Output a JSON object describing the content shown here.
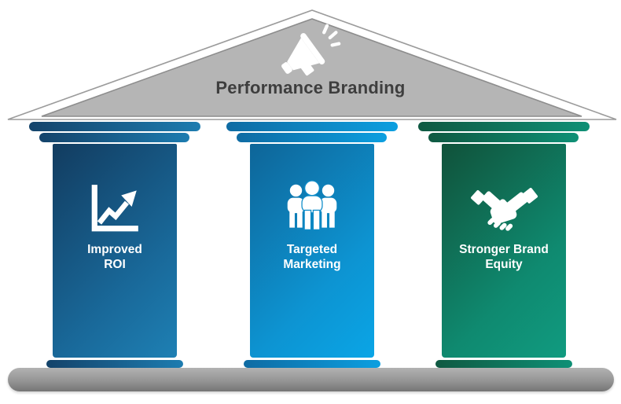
{
  "title": "Performance Branding",
  "roof": {
    "icon": "megaphone",
    "fill": "#b5b5b5",
    "border_color": "#8d8d8d",
    "outline_color": "#9b9b9b"
  },
  "pillars": [
    {
      "id": "improved-roi",
      "label_line1": "Improved",
      "label_line2": "ROI",
      "icon": "line-chart",
      "color_start": "#123c60",
      "color_end": "#1e80b4"
    },
    {
      "id": "targeted-marketing",
      "label_line1": "Targeted",
      "label_line2": "Marketing",
      "icon": "people-group",
      "color_start": "#0e6598",
      "color_end": "#0aa5e6"
    },
    {
      "id": "stronger-brand-equity",
      "label_line1": "Stronger Brand",
      "label_line2": "Equity",
      "icon": "handshake",
      "color_start": "#10523a",
      "color_end": "#109b80"
    }
  ],
  "foundation": {
    "color_top": "#b2b2b2",
    "color_bottom": "#757575"
  },
  "text_colors": {
    "title": "#3e3e3e",
    "pillar_label": "#ffffff"
  }
}
